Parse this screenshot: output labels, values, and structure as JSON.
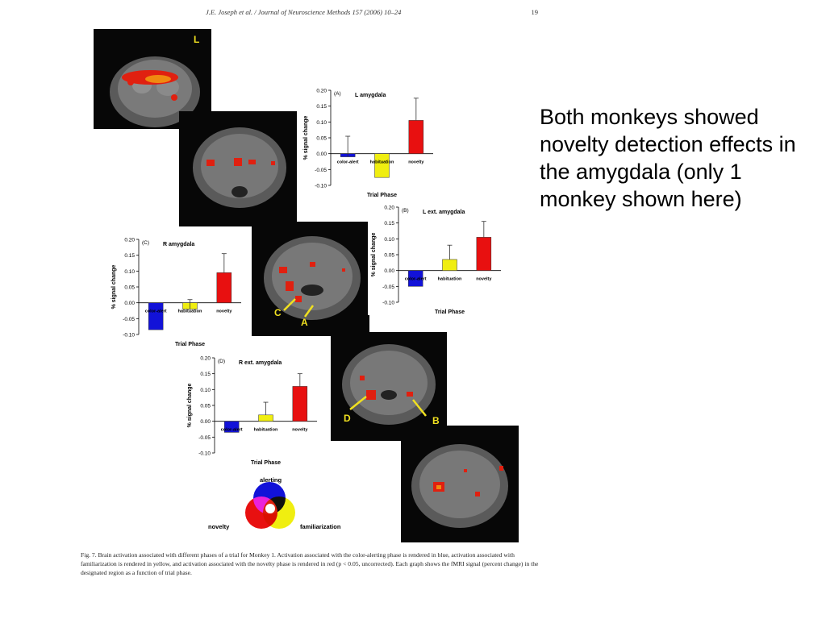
{
  "header": {
    "citation": "J.E. Joseph et al. / Journal of Neuroscience Methods 157 (2006) 10–24",
    "page": "19"
  },
  "slide_text": "Both monkeys showed novelty detection effects in the amygdala (only 1 monkey shown here)",
  "brain_labels": {
    "top": "L",
    "c": "C",
    "a": "A",
    "d": "D",
    "b": "B"
  },
  "venn": {
    "top": "alerting",
    "left": "novelty",
    "right": "familiarization"
  },
  "caption": "Fig. 7. Brain activation associated with different phases of a trial for Monkey 1. Activation associated with the color-alerting phase is rendered in blue, activation associated with familiarization is rendered in yellow, and activation associated with the novelty phase is rendered in red (p < 0.05, uncorrected). Each graph shows the fMRI signal (percent change) in the designated region as a function of trial phase.",
  "colors": {
    "blue": "#1212d8",
    "yellow": "#f0ee10",
    "red": "#e81010"
  },
  "chart_data": [
    {
      "type": "bar",
      "panel": "(A)",
      "title": "L amygdala",
      "categories": [
        "color-alert",
        "habituation",
        "novelty"
      ],
      "values": [
        -0.01,
        -0.075,
        0.105
      ],
      "errors": [
        0.065,
        0.0,
        0.07
      ],
      "ylabel": "% signal change",
      "xlabel": "Trial Phase",
      "ylim": [
        -0.1,
        0.2
      ],
      "ticks": [
        "0.20",
        "0.15",
        "0.10",
        "0.05",
        "0.00",
        "-0.05",
        "-0.10"
      ]
    },
    {
      "type": "bar",
      "panel": "(B)",
      "title": "L ext. amygdala",
      "categories": [
        "color-alert",
        "habituation",
        "novelty"
      ],
      "values": [
        -0.05,
        0.035,
        0.105
      ],
      "errors": [
        0.0,
        0.045,
        0.05
      ],
      "ylabel": "% signal change",
      "xlabel": "Trial Phase",
      "ylim": [
        -0.1,
        0.2
      ],
      "ticks": [
        "0.20",
        "0.15",
        "0.10",
        "0.05",
        "0.00",
        "-0.05",
        "-0.10"
      ]
    },
    {
      "type": "bar",
      "panel": "(C)",
      "title": "R amygdala",
      "categories": [
        "color-alert",
        "habituation",
        "novelty"
      ],
      "values": [
        -0.085,
        -0.02,
        0.095
      ],
      "errors": [
        0.0,
        0.03,
        0.06
      ],
      "ylabel": "% signal change",
      "xlabel": "Trial Phase",
      "ylim": [
        -0.1,
        0.2
      ],
      "ticks": [
        "0.20",
        "0.15",
        "0.10",
        "0.05",
        "0.00",
        "-0.05",
        "-0.10"
      ]
    },
    {
      "type": "bar",
      "panel": "(D)",
      "title": "R ext. amygdala",
      "categories": [
        "color-alert",
        "habituation",
        "novelty"
      ],
      "values": [
        -0.035,
        0.02,
        0.11
      ],
      "errors": [
        0.0,
        0.04,
        0.04
      ],
      "ylabel": "% signal change",
      "xlabel": "Trial Phase",
      "ylim": [
        -0.1,
        0.2
      ],
      "ticks": [
        "0.20",
        "0.15",
        "0.10",
        "0.05",
        "0.00",
        "-0.05",
        "-0.10"
      ]
    }
  ]
}
